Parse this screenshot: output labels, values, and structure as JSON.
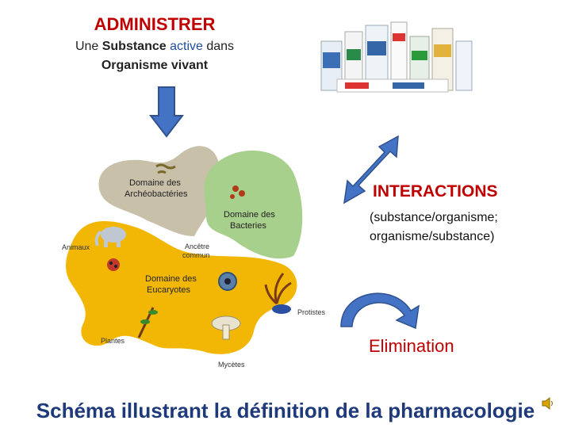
{
  "header": {
    "title": "ADMINISTRER",
    "line1_a": "Une ",
    "line1_b": "Substance",
    "line1_c": " active",
    "line1_d": " dans",
    "line2": "Organisme vivant"
  },
  "interactions": {
    "title": "INTERACTIONS",
    "line1": "(substance/organisme;",
    "line2": "organisme/substance)"
  },
  "elimination": "Elimination",
  "caption": "Schéma illustrant la définition  de la pharmacologie",
  "tree": {
    "archaea": [
      "Domaine des",
      "Archéobactéries"
    ],
    "bacteria": [
      "Domaine des",
      "Bacteries"
    ],
    "ancestor": [
      "Ancêtre",
      "commun"
    ],
    "eukaryotes": [
      "Domaine des",
      "Eucaryotes"
    ],
    "animaux": "Animaux",
    "protistes": "Protistes",
    "plantes": "Plantes",
    "mycetes": "Mycètes"
  },
  "colors": {
    "red": "#c00000",
    "arrow_blue": "#4472c4",
    "caption_blue": "#1f3a7a",
    "archaea": "#c9c0aa",
    "bacteria": "#a8d08d",
    "eukaryotes": "#f2b705"
  }
}
